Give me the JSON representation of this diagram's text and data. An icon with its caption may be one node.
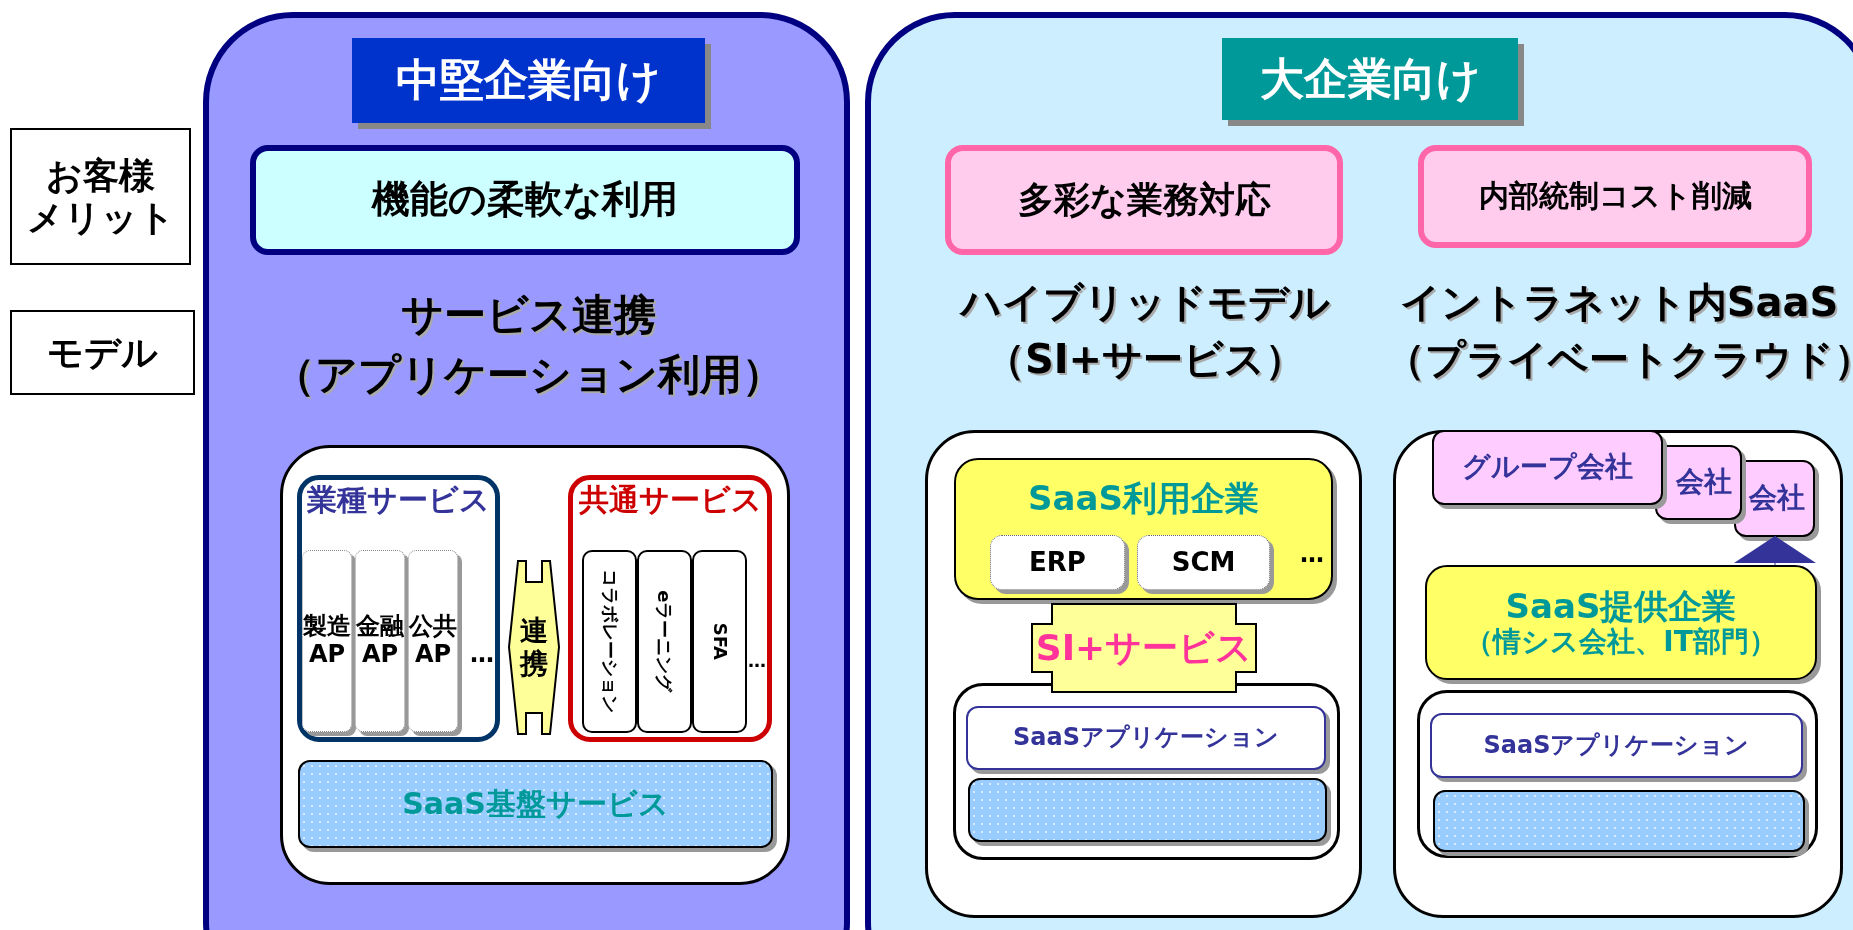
{
  "diagram": {
    "nodes": [
      {
        "text": [
          "お客様",
          "メリット"
        ]
      },
      {
        "text": [
          "モデル"
        ]
      },
      {
        "text": [
          "サービス連携",
          "（アプリケーション利用）"
        ]
      },
      {
        "text": [
          "中堅企業向け"
        ],
        "in": 2
      },
      {
        "text": [
          "機能の柔軟な利用"
        ],
        "in": 2
      },
      {
        "text": [],
        "shape": "box",
        "in": 2
      },
      {
        "text": [
          "業種サービス"
        ],
        "in": 5
      },
      {
        "text": [
          "製造AP"
        ],
        "in": 6
      },
      {
        "text": [
          "金融AP"
        ],
        "in": 6
      },
      {
        "text": [
          "公共AP"
        ],
        "in": 6
      },
      {
        "text": [
          "連携"
        ],
        "in": 5
      },
      {
        "text": [
          "共通サービス"
        ],
        "in": 5
      },
      {
        "text": [
          "コラボレーション"
        ],
        "in": 11
      },
      {
        "text": [
          "eラーニング"
        ],
        "in": 11
      },
      {
        "text": [
          "SFA"
        ],
        "in": 11
      },
      {
        "text": [
          "SaaS基盤サービス"
        ],
        "in": 5
      },
      {
        "text": [
          "ハイブリッドモデル",
          "（SI+サービス）",
          "イントラネット内SaaS",
          "（プライベートクラウド）"
        ]
      },
      {
        "text": [
          "大企業向け"
        ],
        "in": 16
      },
      {
        "text": [
          "多彩な業務対応"
        ],
        "in": 16
      },
      {
        "text": [
          "内部統制コスト削減"
        ],
        "in": 16
      },
      {
        "text": [],
        "shape": "box",
        "in": 16
      },
      {
        "text": [
          "SaaS利用企業"
        ],
        "in": 20
      },
      {
        "text": [
          "ERP"
        ],
        "in": 21
      },
      {
        "text": [
          "SCM"
        ],
        "in": 21
      },
      {
        "text": [
          "SI+サービス"
        ],
        "in": 20
      },
      {
        "text": [],
        "shape": "box",
        "in": 20
      },
      {
        "text": [
          "SaaSアプリケーション"
        ],
        "in": 25
      },
      {
        "text": [],
        "shape": "box",
        "in": 25
      },
      {
        "text": [],
        "shape": "box",
        "in": 16
      },
      {
        "text": [
          "グループ会社"
        ],
        "in": 28
      },
      {
        "text": [
          "会社"
        ],
        "in": 28
      },
      {
        "text": [
          "会社"
        ],
        "in": 28
      },
      {
        "text": [
          "SaaS提供企業",
          "（情シス会社、IT部門）"
        ],
        "in": 28
      },
      {
        "text": [],
        "shape": "box",
        "in": 28
      },
      {
        "text": [
          "SaaSアプリケーション"
        ],
        "in": 33
      },
      {
        "text": [],
        "shape": "box",
        "in": 33
      }
    ],
    "edges": [
      {
        "from": 32,
        "to": 31,
        "arrow": "to"
      }
    ],
    "labels": [
      "…",
      "…",
      "…"
    ]
  }
}
